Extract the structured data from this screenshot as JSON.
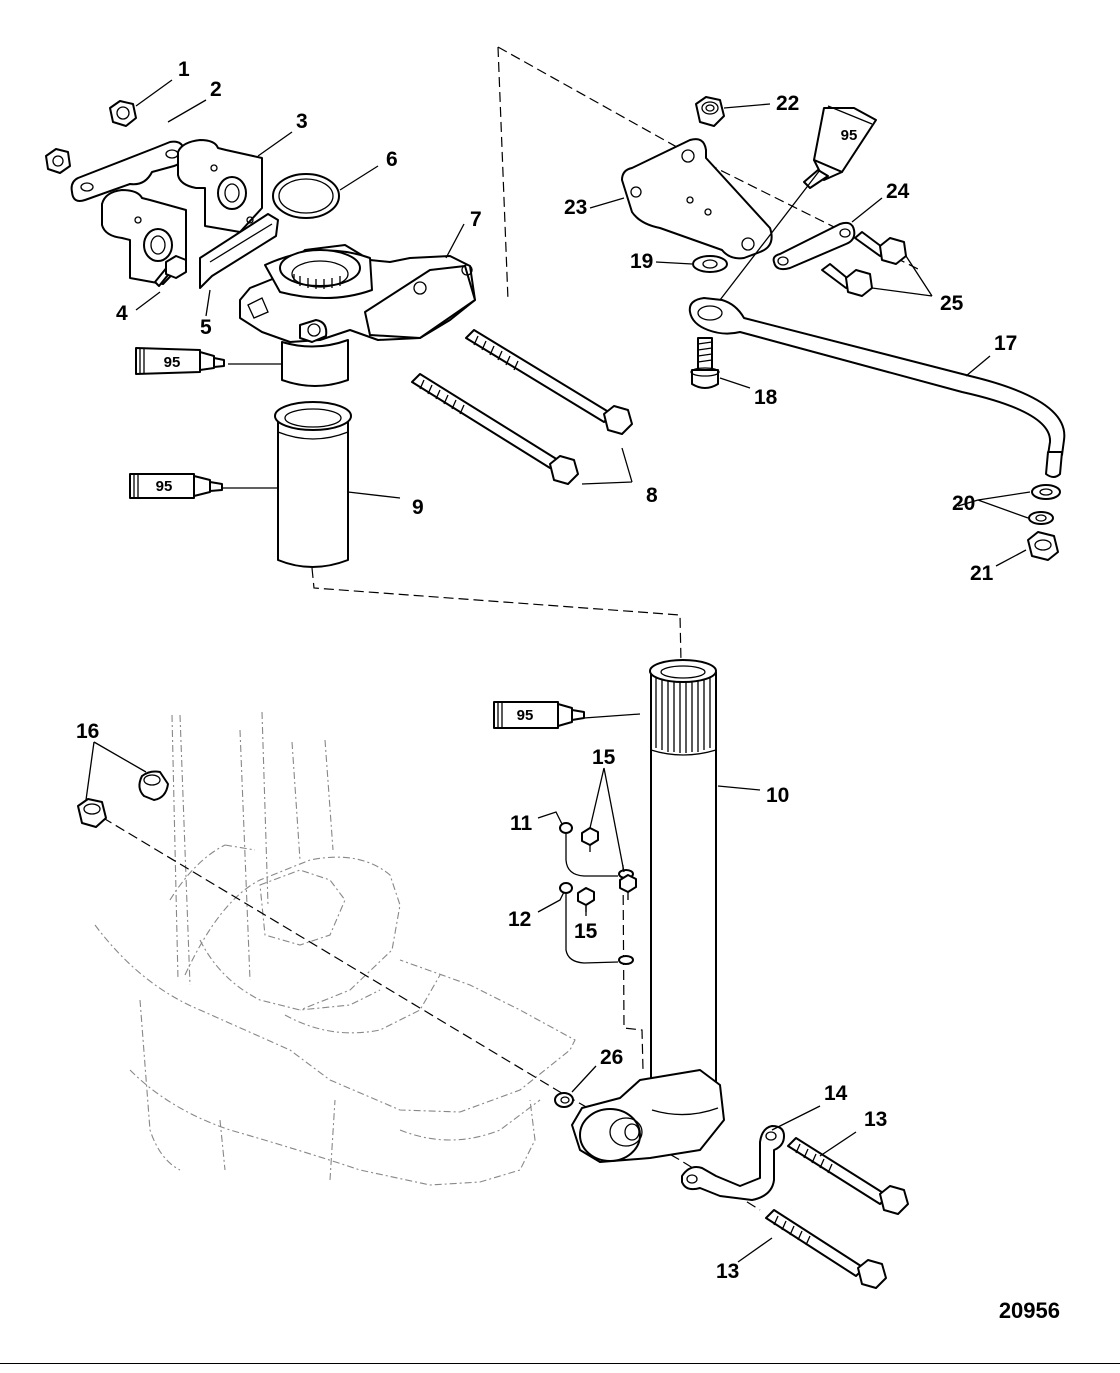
{
  "diagram_id": "20956",
  "sealant_label": "95",
  "callouts": {
    "c1": "1",
    "c2": "2",
    "c3": "3",
    "c4": "4",
    "c5": "5",
    "c6": "6",
    "c7": "7",
    "c8": "8",
    "c9": "9",
    "c10": "10",
    "c11": "11",
    "c12": "12",
    "c13a": "13",
    "c13b": "13",
    "c14": "14",
    "c15a": "15",
    "c15b": "15",
    "c16": "16",
    "c17": "17",
    "c18": "18",
    "c19": "19",
    "c20": "20",
    "c21": "21",
    "c22": "22",
    "c23": "23",
    "c24": "24",
    "c25": "25",
    "c26": "26"
  }
}
